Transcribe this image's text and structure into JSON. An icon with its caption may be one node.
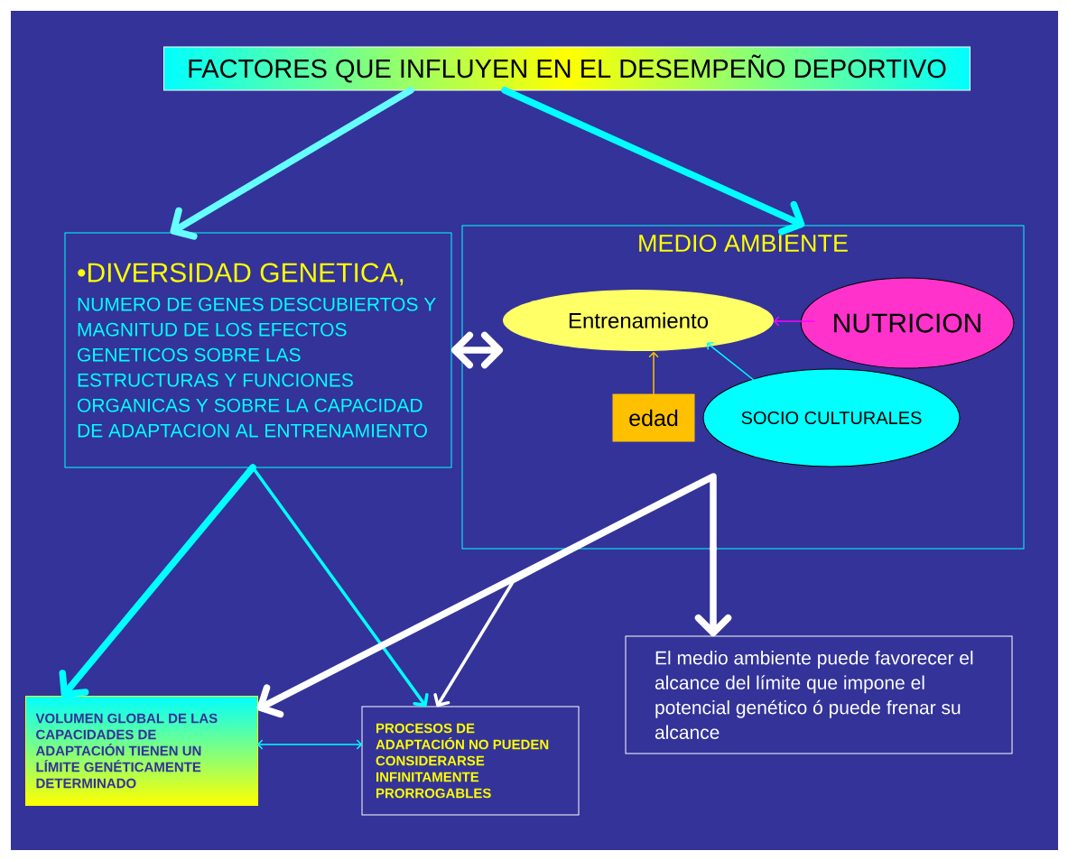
{
  "diagram": {
    "nodes": [
      {
        "text": [
          "FACTORES QUE INFLUYEN EN EL DESEMPEÑO DEPORTIVO"
        ]
      },
      {
        "text": [
          "•DIVERSIDAD GENETICA,",
          "NUMERO DE GENES DESCUBIERTOS Y MAGNITUD DE LOS EFECTOS GENETICOS SOBRE LAS ESTRUCTURAS Y FUNCIONES ORGANICAS Y SOBRE LA CAPACIDAD DE ADAPTACION AL ENTRENAMIENTO"
        ]
      },
      {
        "text": [
          "MEDIO AMBIENTE"
        ]
      },
      {
        "text": [
          "Entrenamiento"
        ],
        "in": 2
      },
      {
        "text": [
          "NUTRICION"
        ],
        "in": 2
      },
      {
        "text": [
          "edad"
        ],
        "in": 2
      },
      {
        "text": [
          "SOCIO CULTURALES"
        ],
        "in": 2
      },
      {
        "text": [
          "VOLUMEN GLOBAL DE LAS CAPACIDADES DE ADAPTACIÓN TIENEN UN LÍMITE GENÉTICAMENTE DETERMINADO"
        ]
      },
      {
        "text": [
          "PROCESOS DE ADAPTACIÓN NO PUEDEN CONSIDERARSE INFINITAMENTE PRORROGABLES"
        ]
      },
      {
        "text": [
          "El medio ambiente puede favorecer el alcance del límite que impone el potencial genético ó puede frenar su alcance"
        ]
      }
    ],
    "edges": [
      {
        "from": 0,
        "to": 1,
        "arrow": "to",
        "style": "thick",
        "color": "#66ffff"
      },
      {
        "from": 0,
        "to": 2,
        "arrow": "to",
        "style": "thick"
      },
      {
        "from": 1,
        "to": 3,
        "arrow": "both",
        "style": "thick",
        "color": "#ffffff"
      },
      {
        "from": 4,
        "to": 3,
        "arrow": "to",
        "color": "#ff00ff"
      },
      {
        "from": 5,
        "to": 3,
        "arrow": "to",
        "color": "#ffc000"
      },
      {
        "from": 6,
        "to": 3,
        "arrow": "to"
      },
      {
        "from": 1,
        "to": 7,
        "arrow": "to",
        "style": "thick"
      },
      {
        "from": 1,
        "to": 8,
        "arrow": "to"
      },
      {
        "from": 2,
        "to": 7,
        "arrow": "to",
        "style": "thick",
        "color": "#ffffff"
      },
      {
        "from": 2,
        "to": 8,
        "arrow": "to",
        "color": "#ffffff"
      },
      {
        "from": 2,
        "to": 9,
        "arrow": "to",
        "style": "thick",
        "color": "#ffffff"
      },
      {
        "from": 7,
        "to": 8,
        "arrow": "both"
      }
    ]
  }
}
